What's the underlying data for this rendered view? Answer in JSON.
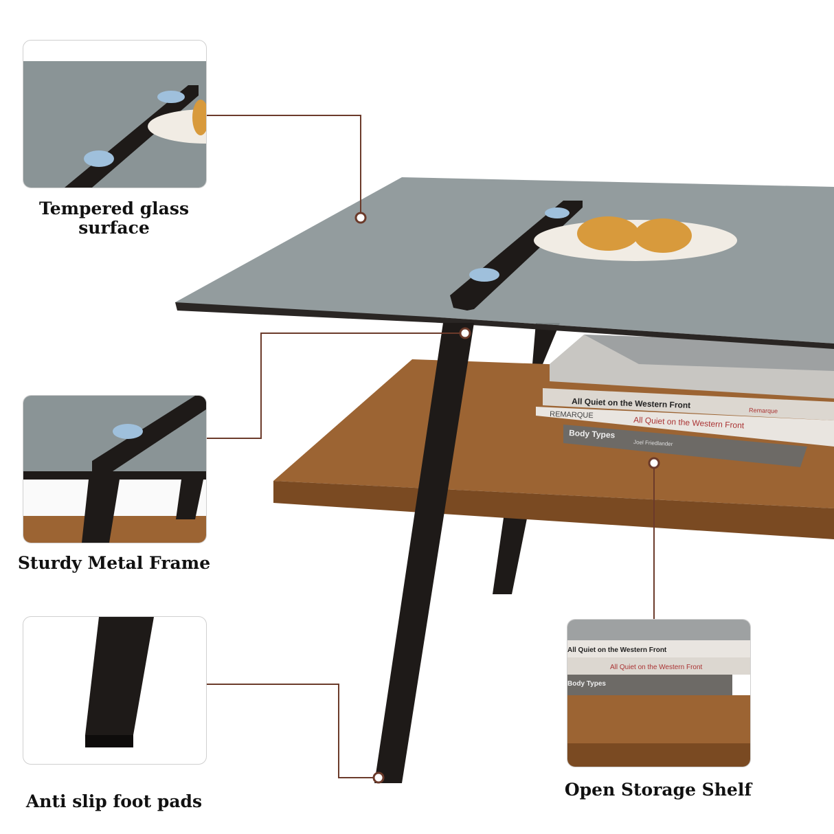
{
  "features": [
    {
      "label": "Tempered glass surface",
      "icon": "glass-top-detail"
    },
    {
      "label": "Sturdy Metal Frame",
      "icon": "metal-frame-detail"
    },
    {
      "label": "Anti slip foot pads",
      "icon": "foot-pad-detail"
    },
    {
      "label": "Open Storage Shelf",
      "icon": "shelf-detail"
    }
  ],
  "books": {
    "title1": "All Quiet on the Western Front",
    "author1": "REMARQUE",
    "publisher1": "Remarque",
    "title2": "Body Types",
    "author2": "Joel Friedlander"
  },
  "colors": {
    "connector": "#6b3a2a",
    "glass": "#8a9496",
    "wood": "#9c6433",
    "metal": "#1e1a18"
  }
}
